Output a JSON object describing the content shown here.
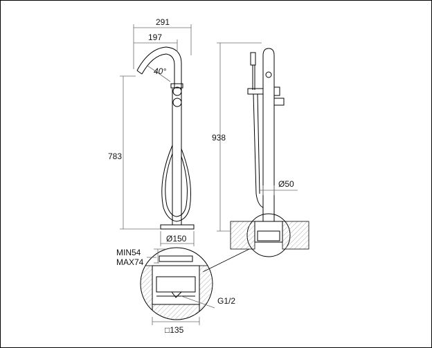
{
  "dimensions": {
    "width_total": "291",
    "width_spout": "197",
    "angle": "40°",
    "height_spout": "783",
    "height_total": "938",
    "base_diameter": "Ø150",
    "pipe_diameter": "Ø50",
    "install_depth_min": "MIN54",
    "install_depth_max": "MAX74",
    "thread": "G1/2",
    "box_size": "□135"
  },
  "colors": {
    "line": "#000000",
    "dim_line": "#6b6b6b",
    "hatch": "#9a9a9a"
  }
}
